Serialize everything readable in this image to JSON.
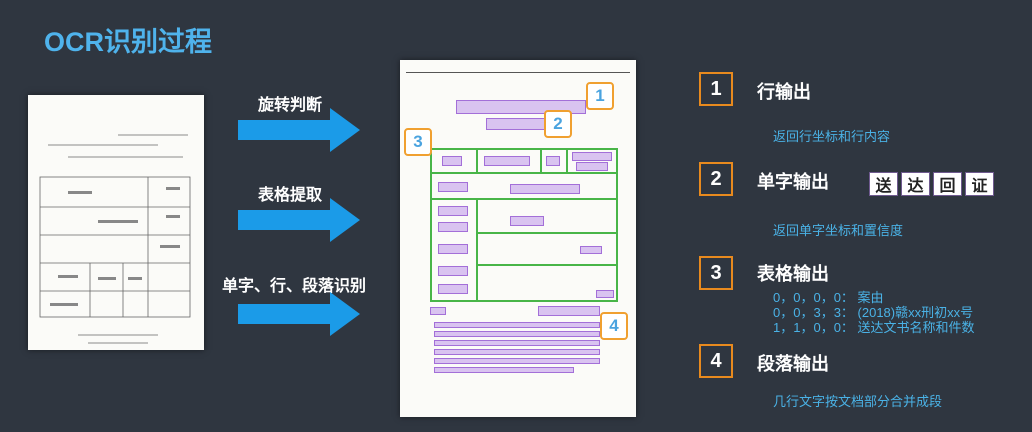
{
  "title": "OCR识别过程",
  "steps": [
    {
      "label": "旋转判断"
    },
    {
      "label": "表格提取"
    },
    {
      "label": "单字、行、段落识别"
    }
  ],
  "outputs": [
    {
      "number": "1",
      "title": "行输出",
      "desc": "返回行坐标和行内容"
    },
    {
      "number": "2",
      "title": "单字输出",
      "desc": "返回单字坐标和置信度",
      "chars": [
        "送",
        "达",
        "回",
        "证"
      ]
    },
    {
      "number": "3",
      "title": "表格输出",
      "lines": [
        "0，0，0，0：  案由",
        "0，0，3，3：  (2018)赣xx刑初xx号",
        "1，1，0，0：  送达文书名称和件数"
      ]
    },
    {
      "number": "4",
      "title": "段落输出",
      "desc": "几行文字按文档部分合并成段"
    }
  ],
  "doc_marks": [
    "1",
    "2",
    "3",
    "4"
  ],
  "colors": {
    "accent": "#4fb3ec",
    "badge_border": "#e88a1e",
    "arrow": "#1b9be8",
    "table_box": "#48b548",
    "text_box": "#a36fd8"
  }
}
